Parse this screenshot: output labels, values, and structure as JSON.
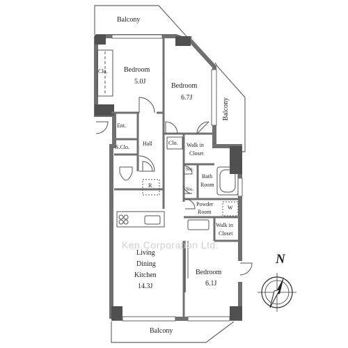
{
  "rooms": {
    "balcony_top": "Balcony",
    "bedroom_a_name": "Bedroom",
    "bedroom_a_size": "5.0J",
    "bedroom_b_name": "Bedroom",
    "bedroom_b_size": "6.7J",
    "balcony_right": "Balcony",
    "closet_a": "Clo.",
    "closet_b": "Clo.",
    "entrance": "Ent.",
    "shoe_closet": "S.Clo.",
    "hall": "Hall",
    "walkin_a_line1": "Walk in",
    "walkin_a_line2": "Closet",
    "storage_a": "Sto.",
    "storage_b": "Sto.",
    "bath_line1": "Bath",
    "bath_line2": "Room",
    "fridge": "R",
    "powder_line1": "Powder",
    "powder_line2": "Room",
    "washer": "W",
    "walkin_b_line1": "Walk in",
    "walkin_b_line2": "Closet",
    "ldk_line1": "Living",
    "ldk_line2": "Dining",
    "ldk_line3": "Kitchen",
    "ldk_size": "14.3J",
    "bedroom_c_name": "Bedroom",
    "bedroom_c_size": "6.1J",
    "balcony_bottom": "Balcony"
  },
  "watermark": "Ken Corporation Ltd.",
  "compass": {
    "north_label": "N"
  },
  "colors": {
    "wall": "#707070",
    "wall_dark": "#505050",
    "line": "#555555",
    "text": "#222222"
  }
}
